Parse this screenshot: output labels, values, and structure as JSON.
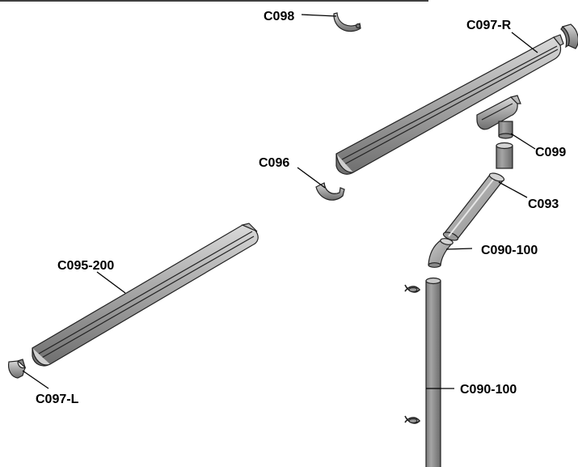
{
  "labels": {
    "c098": "C098",
    "c097_r": "C097-R",
    "c096": "C096",
    "c099": "C099",
    "c093": "C093",
    "c090_100_elbow": "C090-100",
    "c095_200": "C095-200",
    "c097_l": "C097-L",
    "c090_100_pipe": "C090-100"
  },
  "colors": {
    "part_fill": "#a4a4a4",
    "part_dark": "#6f6f6f",
    "part_light": "#d6d6d6",
    "outline": "#222222"
  }
}
